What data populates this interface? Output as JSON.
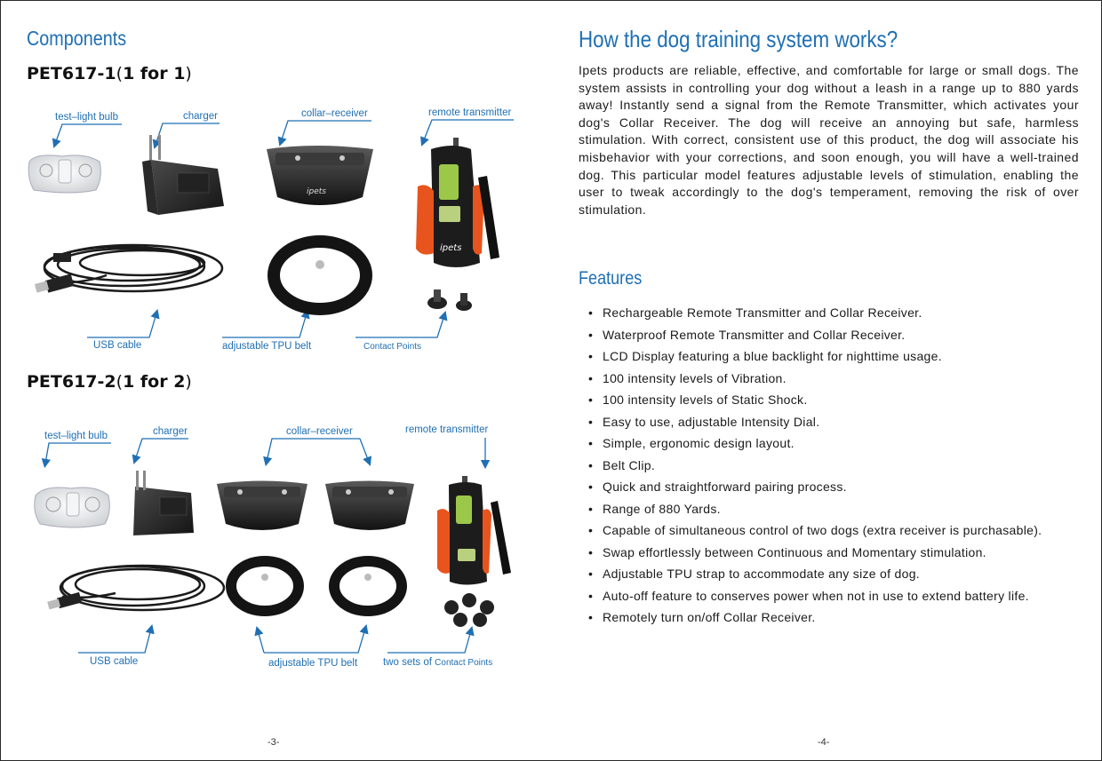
{
  "left_page": {
    "heading": "Components",
    "set1": {
      "title_model": "PET617-1",
      "title_open": "(",
      "title_count": "1 for 1",
      "title_close": ")",
      "labels": {
        "test_light_bulb": "test–light bulb",
        "charger": "charger",
        "collar_receiver": "collar–receiver",
        "remote_transmitter": "remote transmitter",
        "usb_cable": "USB cable",
        "tpu_belt": "adjustable TPU belt",
        "contact_points": "Contact Points"
      }
    },
    "set2": {
      "title_model": "PET617-2",
      "title_open": "(",
      "title_count": "1 for 2",
      "title_close": ")",
      "labels": {
        "test_light_bulb": "test–light bulb",
        "charger": "charger",
        "collar_receiver": "collar–receiver",
        "remote_transmitter": "remote transmitter",
        "usb_cable": "USB cable",
        "tpu_belt": "adjustable TPU belt",
        "contact_points_prefix": "two sets of",
        "contact_points": "Contact Points"
      }
    },
    "page_number": "-3-"
  },
  "right_page": {
    "heading": "How the dog training system works?",
    "intro": "Ipets products are reliable, effective, and comfortable for large or small dogs. The system assists in controlling your dog without a leash in a range up to 880 yards away! Instantly send a signal from the Remote Transmitter, which activates your dog's Collar Receiver. The dog will receive an annoying but safe, harmless stimulation. With correct, consistent use of this product, the dog will associate his misbehavior with your corrections, and soon enough, you will have a well-trained dog. This particular model features adjustable levels of stimulation, enabling the user to tweak accordingly to the dog's temperament, removing the risk of over stimulation.",
    "features_heading": "Features",
    "features": [
      "Rechargeable Remote Transmitter and Collar Receiver.",
      "Waterproof Remote Transmitter and Collar Receiver.",
      "LCD Display featuring a blue backlight for nighttime usage.",
      "100 intensity levels of Vibration.",
      "100 intensity levels of Static Shock.",
      "Easy to use, adjustable Intensity Dial.",
      "Simple, ergonomic design layout.",
      "Belt Clip.",
      "Quick and straightforward pairing process.",
      "Range of 880 Yards.",
      "Capable of simultaneous control of two dogs (extra receiver is purchasable).",
      "Swap effortlessly between Continuous and Momentary stimulation.",
      "Adjustable TPU strap to accommodate any size of dog.",
      "Auto-off feature to conserves power when not in use to extend battery life.",
      "Remotely turn on/off Collar Receiver."
    ],
    "page_number": "-4-"
  },
  "colors": {
    "accent_blue": "#1f6fb3",
    "transmitter_orange": "#e8541d",
    "lcd_green": "#9cc84a"
  },
  "product_images": {
    "transmitter_logo": "ipets",
    "collar_logo": "ipets"
  }
}
